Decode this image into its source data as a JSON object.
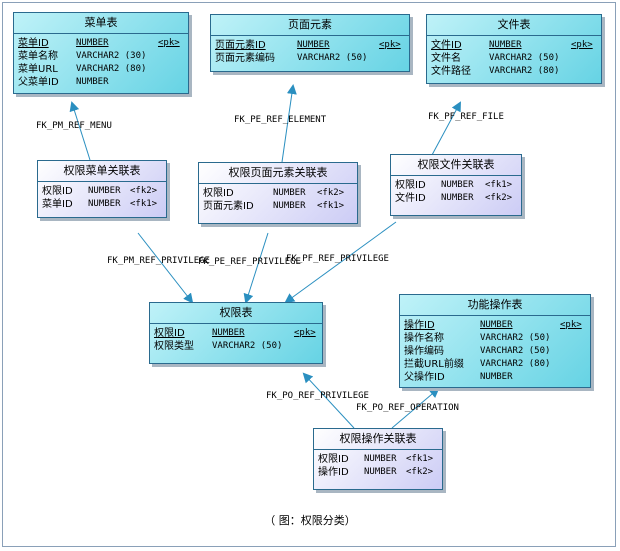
{
  "entities": {
    "menu": {
      "title": "菜单表",
      "rows": [
        {
          "name": "菜单ID",
          "type": "NUMBER",
          "key": "<pk>",
          "pk": true
        },
        {
          "name": "菜单名称",
          "type": "VARCHAR2 (30)",
          "key": "",
          "pk": false
        },
        {
          "name": "菜单URL",
          "type": "VARCHAR2 (80)",
          "key": "",
          "pk": false
        },
        {
          "name": "父菜单ID",
          "type": "NUMBER",
          "key": "",
          "pk": false
        }
      ]
    },
    "page_element": {
      "title": "页面元素",
      "rows": [
        {
          "name": "页面元素ID",
          "type": "NUMBER",
          "key": "<pk>",
          "pk": true
        },
        {
          "name": "页面元素编码",
          "type": "VARCHAR2 (50)",
          "key": "",
          "pk": false
        }
      ]
    },
    "file": {
      "title": "文件表",
      "rows": [
        {
          "name": "文件ID",
          "type": "NUMBER",
          "key": "<pk>",
          "pk": true
        },
        {
          "name": "文件名",
          "type": "VARCHAR2 (50)",
          "key": "",
          "pk": false
        },
        {
          "name": "文件路径",
          "type": "VARCHAR2 (80)",
          "key": "",
          "pk": false
        }
      ]
    },
    "priv_menu": {
      "title": "权限菜单关联表",
      "rows": [
        {
          "name": "权限ID",
          "type": "NUMBER",
          "key": "<fk2>",
          "pk": false
        },
        {
          "name": "菜单ID",
          "type": "NUMBER",
          "key": "<fk1>",
          "pk": false
        }
      ]
    },
    "priv_page": {
      "title": "权限页面元素关联表",
      "rows": [
        {
          "name": "权限ID",
          "type": "NUMBER",
          "key": "<fk2>",
          "pk": false
        },
        {
          "name": "页面元素ID",
          "type": "NUMBER",
          "key": "<fk1>",
          "pk": false
        }
      ]
    },
    "priv_file": {
      "title": "权限文件关联表",
      "rows": [
        {
          "name": "权限ID",
          "type": "NUMBER",
          "key": "<fk1>",
          "pk": false
        },
        {
          "name": "文件ID",
          "type": "NUMBER",
          "key": "<fk2>",
          "pk": false
        }
      ]
    },
    "privilege": {
      "title": "权限表",
      "rows": [
        {
          "name": "权限ID",
          "type": "NUMBER",
          "key": "<pk>",
          "pk": true
        },
        {
          "name": "权限类型",
          "type": "VARCHAR2 (50)",
          "key": "",
          "pk": false
        }
      ]
    },
    "operation": {
      "title": "功能操作表",
      "rows": [
        {
          "name": "操作ID",
          "type": "NUMBER",
          "key": "<pk>",
          "pk": true
        },
        {
          "name": "操作名称",
          "type": "VARCHAR2 (50)",
          "key": "",
          "pk": false
        },
        {
          "name": "操作编码",
          "type": "VARCHAR2 (50)",
          "key": "",
          "pk": false
        },
        {
          "name": "拦截URL前缀",
          "type": "VARCHAR2 (80)",
          "key": "",
          "pk": false
        },
        {
          "name": "父操作ID",
          "type": "NUMBER",
          "key": "",
          "pk": false
        }
      ]
    },
    "priv_op": {
      "title": "权限操作关联表",
      "rows": [
        {
          "name": "权限ID",
          "type": "NUMBER",
          "key": "<fk1>",
          "pk": false
        },
        {
          "name": "操作ID",
          "type": "NUMBER",
          "key": "<fk2>",
          "pk": false
        }
      ]
    }
  },
  "relations": {
    "fk_pm_ref_menu": "FK_PM_REF_MENU",
    "fk_pe_ref_element": "FK_PE_REF_ELEMENT",
    "fk_pf_ref_file": "FK_PF_REF_FILE",
    "fk_pm_ref_privilege": "FK_PM_REF_PRIVILEGE",
    "fk_pe_ref_privilege": "FK_PE_REF_PRIVILEGE",
    "fk_pf_ref_privilege": "FK_PF_REF_PRIVILEGE",
    "fk_po_ref_privilege": "FK_PO_REF_PRIVILEGE",
    "fk_po_ref_operation": "FK_PO_REF_OPERATION"
  },
  "colors": {
    "connector": "#2a8fc0",
    "entity_border": "#2a6a8e"
  },
  "caption": "（ 图：权限分类）"
}
